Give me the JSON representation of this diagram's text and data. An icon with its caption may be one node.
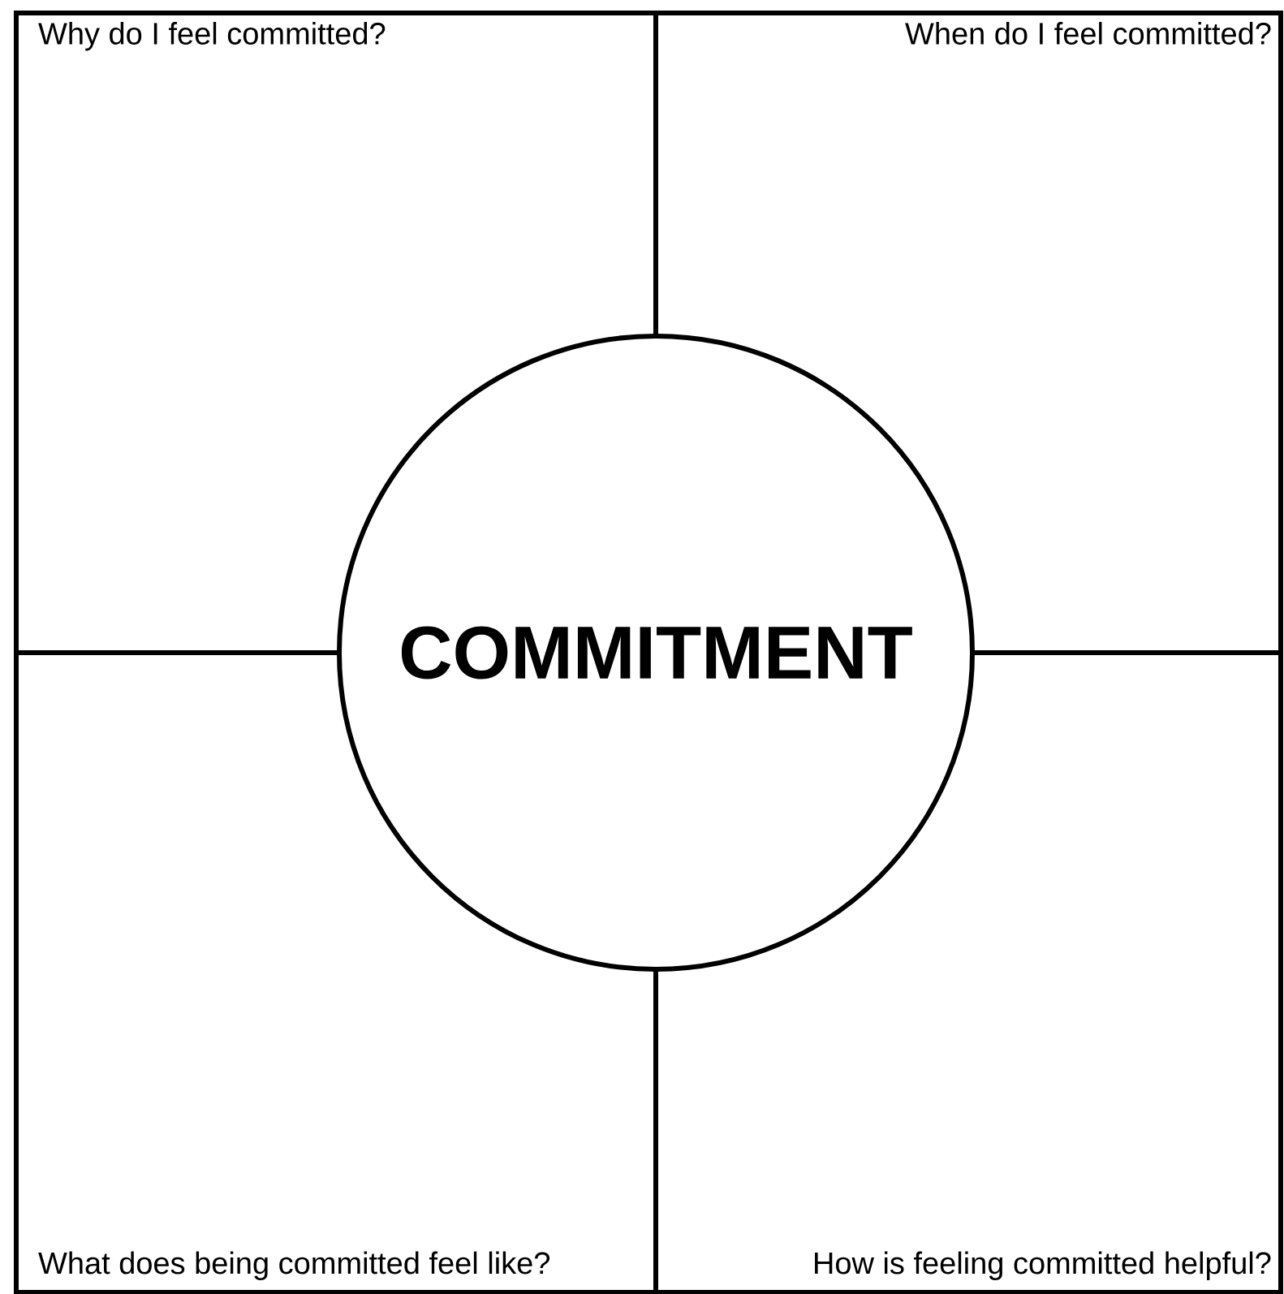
{
  "diagram": {
    "nodes": [
      {
        "text": [
          "Why do I feel committed?"
        ]
      },
      {
        "text": [
          "When do I feel committed?"
        ]
      },
      {
        "text": [
          "COMMITMENT"
        ]
      },
      {
        "text": [
          "What does being committed feel like?"
        ]
      },
      {
        "text": [
          "How is feeling committed helpful?"
        ]
      }
    ]
  }
}
